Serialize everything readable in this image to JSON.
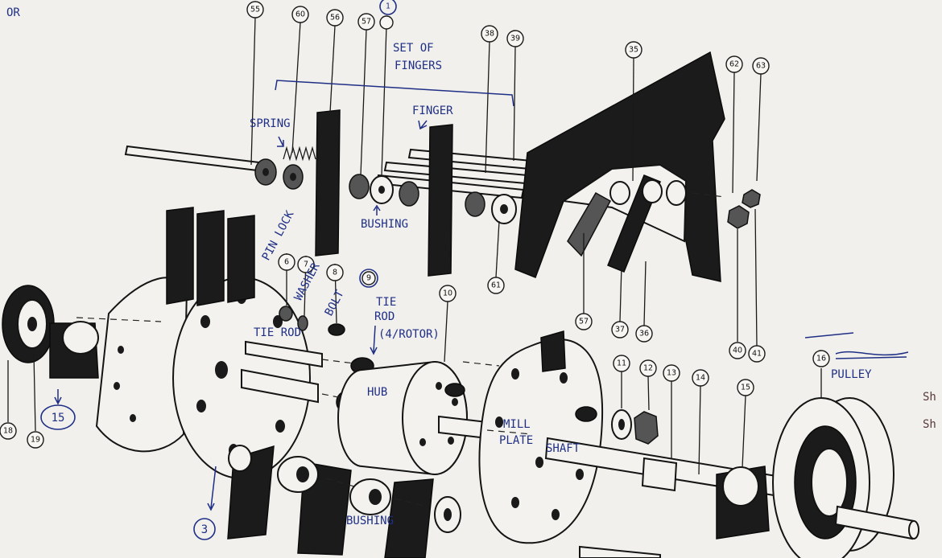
{
  "callouts": {
    "c55": "55",
    "c60": "60",
    "c56": "56",
    "c57a": "57",
    "c1": "1",
    "c38": "38",
    "c39": "39",
    "c35": "35",
    "c62": "62",
    "c63": "63",
    "c6": "6",
    "c7": "7",
    "c8": "8",
    "c9": "9",
    "c10": "10",
    "c11": "11",
    "c12": "12",
    "c13": "13",
    "c14": "14",
    "c15": "15",
    "c16": "16",
    "c18": "18",
    "c19": "19",
    "c61": "61",
    "c57b": "57",
    "c37": "37",
    "c36": "36",
    "c40": "40",
    "c41": "41",
    "c15b": "15",
    "c3": "3"
  },
  "annotations": {
    "top_left": "OR",
    "set_of": "SET OF",
    "fingers": "FINGERS",
    "finger": "FINGER",
    "spring": "SPRING",
    "bushing_top": "BUSHING",
    "pin_lock": "PIN LOCK",
    "washer": "WASHER",
    "bolt": "BOLT",
    "tie": "TIE",
    "rod": "ROD",
    "per_rotor": "(4/ROTOR)",
    "tie_rod_inline": "TIE ROD",
    "hub": "HUB",
    "mill": "MILL",
    "plate": "PLATE",
    "shaft": "SHAFT",
    "bushing_bottom": "BUSHING",
    "pulley": "PULLEY",
    "sh1": "Sh",
    "sh2": "Sh"
  },
  "colors": {
    "ink": "#1f2f86",
    "print": "#141414",
    "paper": "#f1f0ec"
  }
}
